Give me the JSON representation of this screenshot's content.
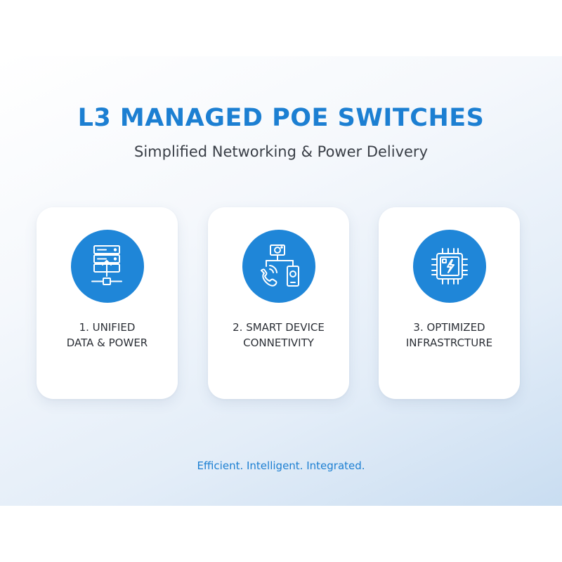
{
  "header": {
    "title": "L3 MANAGED POE SWITCHES",
    "subtitle": "Simplified Networking & Power Delivery"
  },
  "cards": [
    {
      "icon": "server-upload-icon",
      "line1": "1. UNIFIED",
      "line2": "DATA & POWER"
    },
    {
      "icon": "device-network-icon",
      "line1": "2. SMART DEVICE",
      "line2": "CONNETIVITY"
    },
    {
      "icon": "chip-power-icon",
      "line1": "3. OPTIMIZED",
      "line2": "INFRASTRCTURE"
    }
  ],
  "footer": {
    "tagline": "Efficient. Intelligent. Integrated."
  },
  "colors": {
    "accent": "#1f86d8",
    "title": "#1c7fd2",
    "text": "#2b2f36"
  }
}
